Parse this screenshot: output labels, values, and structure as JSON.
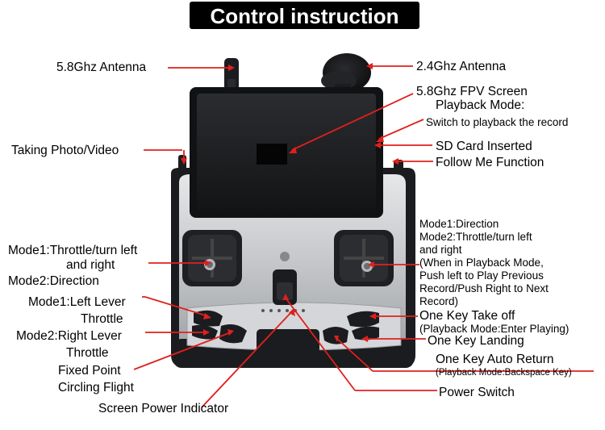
{
  "header": {
    "title": "Control instruction"
  },
  "labels": {
    "antenna_58": "5.8Ghz Antenna",
    "antenna_24": "2.4Ghz Antenna",
    "fpv_screen": "5.8Ghz FPV Screen",
    "playback_mode": "Playback Mode:",
    "playback_switch": "Switch to playback the record",
    "photo_video": "Taking Photo/Video",
    "sd_card": "SD  Card Inserted",
    "follow_me": "Follow Me Function",
    "left_stick_1": "Mode1:Throttle/turn left",
    "left_stick_2": "and right",
    "left_stick_3": "Mode2:Direction",
    "left_lever_1": "Mode1:Left Lever",
    "left_lever_2": "Throttle",
    "right_lever_1": "Mode2:Right Lever",
    "right_lever_2": "Throttle",
    "fixed_point": "Fixed Point",
    "circling_flight": "Circling Flight",
    "screen_power": "Screen Power Indicator",
    "right_stick_1": "Mode1:Direction",
    "right_stick_2": "Mode2:Throttle/turn left",
    "right_stick_3": "and right",
    "right_stick_4": "(When in Playback Mode,",
    "right_stick_5": "Push left to Play Previous",
    "right_stick_6": "Record/Push Right to Next",
    "right_stick_7": "Record)",
    "takeoff": "One Key Take off",
    "takeoff_note": "(Playback Mode:Enter Playing)",
    "landing": "One Key Landing",
    "auto_return": "One Key Auto Return",
    "auto_return_note": "(Playback Mode:Backspace Key)",
    "power_switch": "Power Switch"
  },
  "colors": {
    "annotation_line": "#e0201e",
    "banner": "#000000",
    "body_silver": "#c9cbce",
    "body_dark": "#1b1c1f"
  }
}
